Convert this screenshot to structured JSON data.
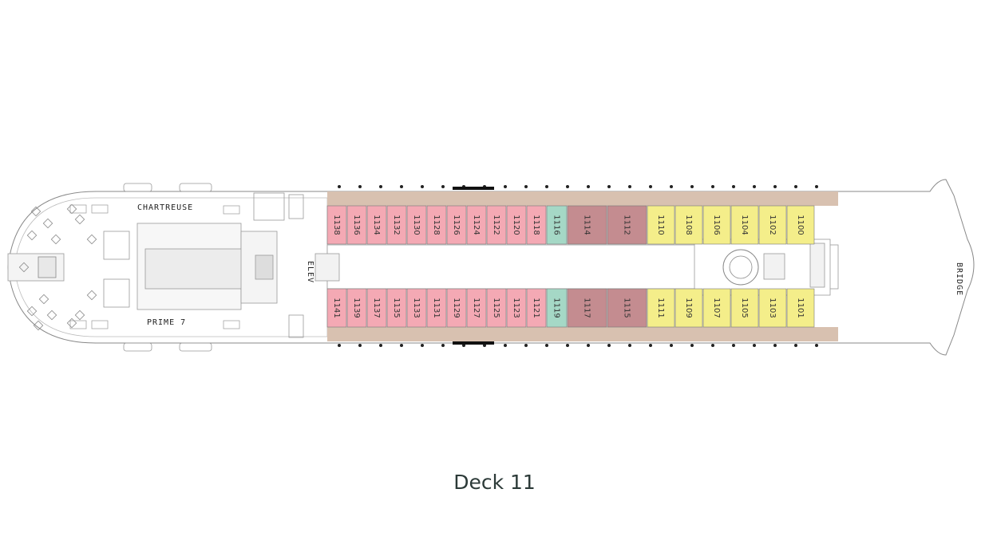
{
  "deck_title": "Deck 11",
  "venues": {
    "top": "CHARTREUSE",
    "bottom": "PRIME 7",
    "bow": "BRIDGE",
    "elevator": "ELEV"
  },
  "colors": {
    "pink": "#f4a9b4",
    "mauve": "#c48c90",
    "teal": "#a5d8c6",
    "yellow": "#f4ee8a",
    "balcony": "#d8c1b0",
    "outline": "#777777"
  },
  "cabins": {
    "top": [
      {
        "label": "1138",
        "color": "pink"
      },
      {
        "label": "1136",
        "color": "pink"
      },
      {
        "label": "1134",
        "color": "pink"
      },
      {
        "label": "1132",
        "color": "pink"
      },
      {
        "label": "1130",
        "color": "pink"
      },
      {
        "label": "1128",
        "color": "pink"
      },
      {
        "label": "1126",
        "color": "pink"
      },
      {
        "label": "1124",
        "color": "pink"
      },
      {
        "label": "1122",
        "color": "pink"
      },
      {
        "label": "1120",
        "color": "pink"
      },
      {
        "label": "1118",
        "color": "pink"
      },
      {
        "label": "1116",
        "color": "teal"
      },
      {
        "label": "1114",
        "color": "mauve"
      },
      {
        "label": "1112",
        "color": "mauve"
      },
      {
        "label": "1110",
        "color": "yellow"
      },
      {
        "label": "1108",
        "color": "yellow"
      },
      {
        "label": "1106",
        "color": "yellow"
      },
      {
        "label": "1104",
        "color": "yellow"
      },
      {
        "label": "1102",
        "color": "yellow"
      },
      {
        "label": "1100",
        "color": "yellow"
      }
    ],
    "bottom": [
      {
        "label": "1141",
        "color": "pink"
      },
      {
        "label": "1139",
        "color": "pink"
      },
      {
        "label": "1137",
        "color": "pink"
      },
      {
        "label": "1135",
        "color": "pink"
      },
      {
        "label": "1133",
        "color": "pink"
      },
      {
        "label": "1131",
        "color": "pink"
      },
      {
        "label": "1129",
        "color": "pink"
      },
      {
        "label": "1127",
        "color": "pink"
      },
      {
        "label": "1125",
        "color": "pink"
      },
      {
        "label": "1123",
        "color": "pink"
      },
      {
        "label": "1121",
        "color": "pink"
      },
      {
        "label": "1119",
        "color": "teal"
      },
      {
        "label": "1117",
        "color": "mauve"
      },
      {
        "label": "1115",
        "color": "mauve"
      },
      {
        "label": "1111",
        "color": "yellow"
      },
      {
        "label": "1109",
        "color": "yellow"
      },
      {
        "label": "1107",
        "color": "yellow"
      },
      {
        "label": "1105",
        "color": "yellow"
      },
      {
        "label": "1103",
        "color": "yellow"
      },
      {
        "label": "1101",
        "color": "yellow"
      }
    ]
  }
}
